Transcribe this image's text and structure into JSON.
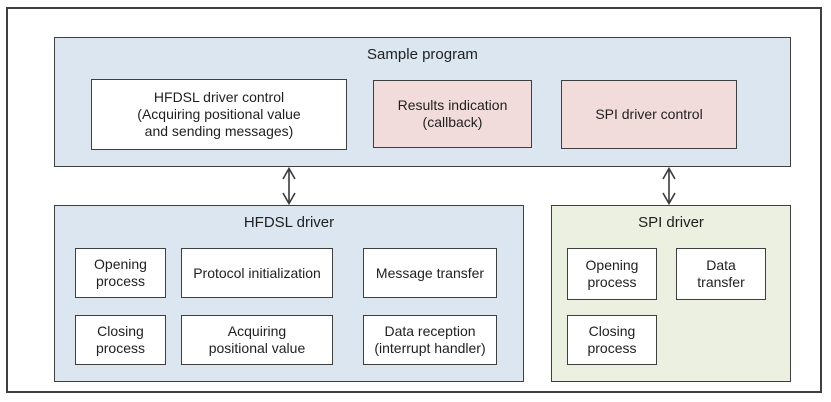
{
  "colors": {
    "blue_fill": "#dce6f1",
    "pink_fill": "#f2dcdb",
    "green_fill": "#ebf0e0",
    "white_fill": "#ffffff",
    "border": "#3f3f3f",
    "text": "#1f1f1f",
    "arrow": "#3a3a3a"
  },
  "sample_program": {
    "title": "Sample program",
    "hfdsl_driver_control": "HFDSL driver control\n(Acquiring positional value\nand sending messages)",
    "results_indication": "Results indication\n(callback)",
    "spi_driver_control": "SPI driver control"
  },
  "hfdsl_driver": {
    "title": "HFDSL driver",
    "row1": [
      "Opening\nprocess",
      "Protocol initialization",
      "Message transfer"
    ],
    "row2": [
      "Closing\nprocess",
      "Acquiring\npositional value",
      "Data reception\n(interrupt handler)"
    ]
  },
  "spi_driver": {
    "title": "SPI driver",
    "row1": [
      "Opening\nprocess",
      "Data\ntransfer"
    ],
    "row2": [
      "Closing\nprocess"
    ]
  }
}
